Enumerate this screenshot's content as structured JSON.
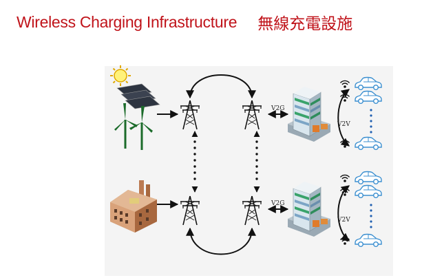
{
  "header": {
    "title_en": "Wireless Charging Infrastructure",
    "title_zh": "無線充電設施"
  },
  "labels": {
    "v2g": "V2G",
    "v2v": "V2V"
  },
  "colors": {
    "title": "#c0131a",
    "car": "#3b8fd0",
    "dots": "#1f5fb0",
    "arrow": "#111111"
  },
  "icons": [
    "sun-icon",
    "solar-panel-icon",
    "wind-turbine-icon",
    "factory-icon",
    "power-tower-icon",
    "office-building-icon",
    "wifi-icon",
    "car-icon"
  ]
}
